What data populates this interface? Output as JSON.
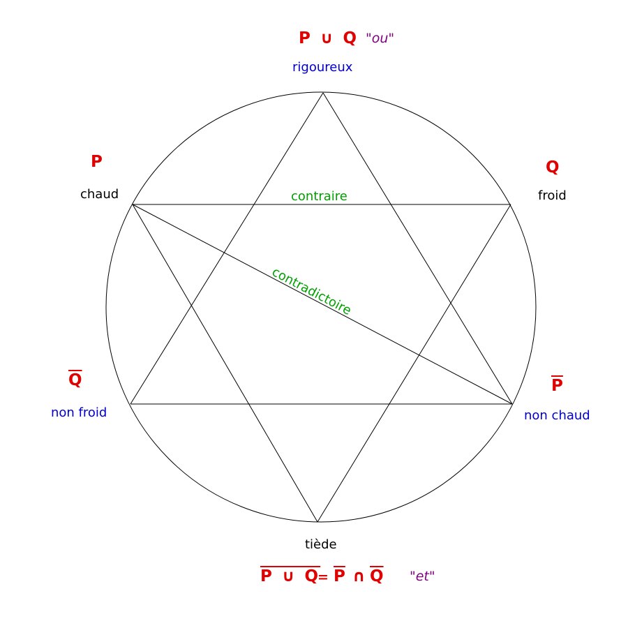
{
  "top": {
    "formula": "P ∪ Q",
    "quote": "\"ou\"",
    "name": "rigoureux"
  },
  "upper_left": {
    "symbol": "P",
    "name": "chaud"
  },
  "upper_right": {
    "symbol": "Q",
    "name": "froid"
  },
  "lower_left": {
    "symbol": "Q",
    "name": "non froid"
  },
  "lower_right": {
    "symbol": "P",
    "name": "non chaud"
  },
  "bottom": {
    "name": "tiède",
    "formula_left": "P ∪ Q",
    "equals": "=",
    "p": "P",
    "cap": "∩",
    "q": "Q",
    "quote": "\"et\""
  },
  "relations": {
    "contraire": "contraire",
    "contradictoire": "contradictoire"
  },
  "colors": {
    "symbol": "#e00000",
    "positive": "#000000",
    "negative": "#0000d0",
    "relation": "#00a000",
    "quote": "#800080",
    "line": "#000000"
  }
}
